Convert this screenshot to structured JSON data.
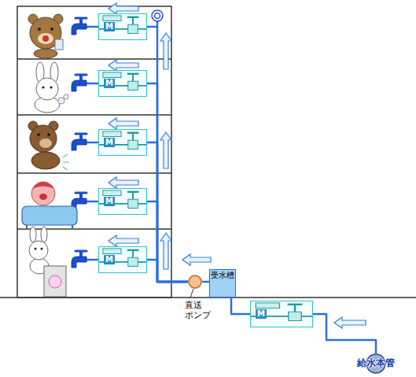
{
  "diagram": {
    "nodes": [
      {
        "text": [
          "M"
        ]
      },
      {
        "text": [
          "M"
        ]
      },
      {
        "text": [
          "M"
        ]
      },
      {
        "text": [
          "M"
        ]
      },
      {
        "text": [
          "M"
        ]
      },
      {
        "text": [
          "直送 ポンプ"
        ]
      },
      {
        "text": [
          "受水槽"
        ]
      },
      {
        "text": [
          "M"
        ]
      },
      {
        "text": [
          "給水本管"
        ]
      }
    ],
    "edges": [
      {
        "from": 8,
        "to": 7,
        "arrow": "none"
      },
      {
        "from": 7,
        "to": 6,
        "arrow": "none"
      },
      {
        "from": 6,
        "to": 5,
        "arrow": "none"
      },
      {
        "from": 5,
        "to": 0,
        "arrow": "none"
      },
      {
        "from": 5,
        "to": 1,
        "arrow": "none"
      },
      {
        "from": 5,
        "to": 2,
        "arrow": "none"
      },
      {
        "from": 5,
        "to": 3,
        "arrow": "none"
      },
      {
        "from": 5,
        "to": 4,
        "arrow": "none"
      }
    ]
  }
}
